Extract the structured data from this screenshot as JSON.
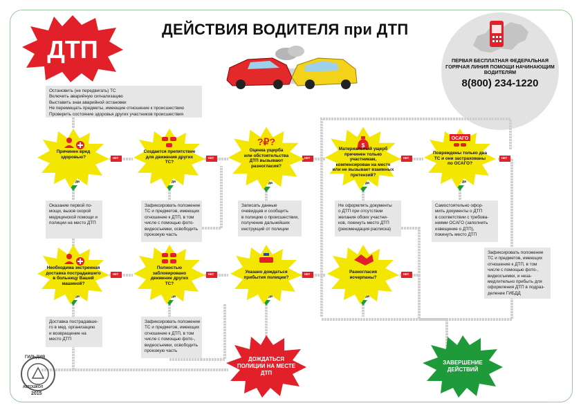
{
  "title": "ДЕЙСТВИЯ ВОДИТЕЛЯ при ДТП",
  "dtp_sign": "ДТП",
  "hotline": {
    "text_lines": [
      "ПЕРВАЯ БЕСПЛАТНАЯ ФЕДЕРАЛЬНАЯ",
      "ГОРЯЧАЯ ЛИНИЯ ПОМОЩИ НАЧИНАЮЩИМ",
      "ВОДИТЕЛЯМ"
    ],
    "phone": "8(800) 234-1220"
  },
  "first_steps": [
    "Остановить (не передвигать) ТС",
    "Включить аварийную сигнализацию",
    "Выставить знак аварийной остановки",
    "Не перемещать предметы, имеющие отношение к происшествию",
    "Проверить состояние здоровья других участников происшествия"
  ],
  "questions": {
    "q1": [
      "Причинен вред",
      "здоровью?"
    ],
    "q2": [
      "Создается препятствие",
      "для движения других",
      "ТС?"
    ],
    "q3": [
      "Оценка ущерба",
      "или обстоятельства",
      "ДТП вызывают",
      "разногласия?"
    ],
    "q4": [
      "Материальный ущерб",
      "причинен только участникам,",
      "компенсирован на месте",
      "или не вызывает взаимных",
      "претензий?"
    ],
    "q5": [
      "Повреждены только два",
      "ТС и они застрахованы",
      "по ОСАГО?"
    ],
    "q6": [
      "Необходима экстренная",
      "доставка пострадавшего",
      "в больницу Вашей",
      "машиной?"
    ],
    "q7": [
      "Полностью",
      "заблокировано",
      "движение других",
      "ТС?"
    ],
    "q8": [
      "Указано дождаться",
      "прибытия полиции?"
    ],
    "q9": [
      "Разногласия",
      "исчерпаны?"
    ]
  },
  "answers": {
    "a1": [
      "Оказание первой по-",
      "мощи, вызов скорой",
      "медицинской помощи и",
      "полиции на место ДТП"
    ],
    "a2": [
      "Зафиксировать положение",
      "ТС и предметов, имеющих",
      "отношение к ДТП, в том",
      "числе с помощью фото-",
      "видеосъемки, освободить",
      "проезжую часть"
    ],
    "a3": [
      "Записать данные",
      "очевидцев и сообщить",
      "в полицию о происшествии,",
      "получение дальнейших",
      "инструкций от полиции"
    ],
    "a4": [
      "Не оформлять документы",
      "о ДТП при отсутствии",
      "желания обоих участни-",
      "ков, покинуть место ДТП",
      "(рекомендация расписка)"
    ],
    "a5": [
      "Самостоятельно офор-",
      "мить документы о ДТП",
      "в соответствии с требова-",
      "ниями ОСАГО (заполнить",
      "извещение о ДТП),",
      "покинуть место ДТП"
    ],
    "a6": [
      "Доставка пострадавше-",
      "го в мед. организацию",
      "и возвращение на",
      "место ДТП"
    ],
    "a7": [
      "Зафиксировать положение",
      "ТС и предметов, имеющих",
      "отношение к ДТП, в том",
      "числе с помощью фото-,",
      "видеосъемки, освободить",
      "проезжую часть"
    ],
    "a8": [
      "Зафиксировать положение",
      "ТС и предметов, имеющих",
      "отношение к ДТП, в том",
      "числе с помощью фото-,",
      "видеосъемки, и неза-",
      "медлительно прибыть для",
      "оформления ДТП в подраз-",
      "деление ГИБДД"
    ]
  },
  "labels": {
    "yes": "да",
    "no": "нет"
  },
  "osago_sign": "ОСАГО",
  "police_question_mark": "?₽?",
  "endings": {
    "wait": [
      "ДОЖДАТЬСЯ",
      "ПОЛИЦИИ НА МЕСТЕ",
      "ДТП"
    ],
    "done": [
      "ЗАВЕРШЕНИЕ",
      "ДЕЙСТВИЙ"
    ]
  },
  "logo": {
    "arc_text": "ГИЛЬДИЯ",
    "arc_text2": "АВТОШКОЛ",
    "year": "2015"
  },
  "colors": {
    "burst": "#f3e600",
    "red": "#e2202a",
    "green": "#1f9a3a",
    "box": "#e6e6e6",
    "connector": "#cfcfcf"
  }
}
